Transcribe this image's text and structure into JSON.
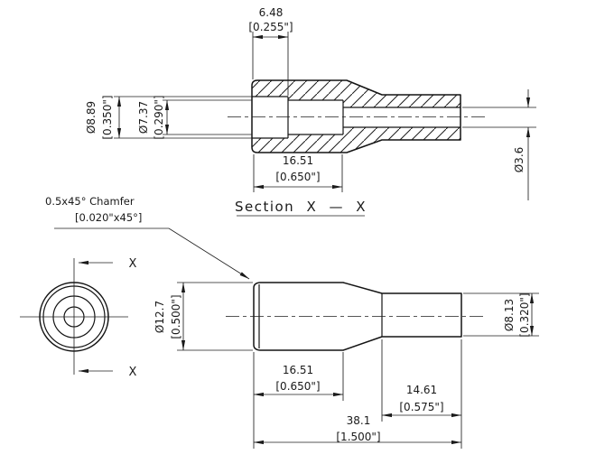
{
  "drawing": {
    "background": "#ffffff",
    "line_color": "#1a1a1a",
    "section_label": "Section X — X",
    "section_marker": "X",
    "chamfer_note": {
      "line1": "0.5x45° Chamfer",
      "line2": "[0.020\"x45°]"
    },
    "section_view": {
      "counterbore_depth_mm": "6.48",
      "counterbore_depth_in": "[0.255\"]",
      "counterbore_dia_mm": "Ø8.89",
      "counterbore_dia_in": "[0.350\"]",
      "bore_dia_mm": "Ø7.37",
      "bore_dia_in": "[0.290\"]",
      "body_length_mm": "16.51",
      "body_length_in": "[0.650\"]",
      "through_hole_dia_mm": "Ø3.6"
    },
    "side_view": {
      "body_dia_mm": "Ø12.7",
      "body_dia_in": "[0.500\"]",
      "tip_dia_mm": "Ø8.13",
      "tip_dia_in": "[0.320\"]",
      "body_length_mm": "16.51",
      "body_length_in": "[0.650\"]",
      "tip_length_mm": "14.61",
      "tip_length_in": "[0.575\"]",
      "overall_length_mm": "38.1",
      "overall_length_in": "[1.500\"]"
    }
  }
}
